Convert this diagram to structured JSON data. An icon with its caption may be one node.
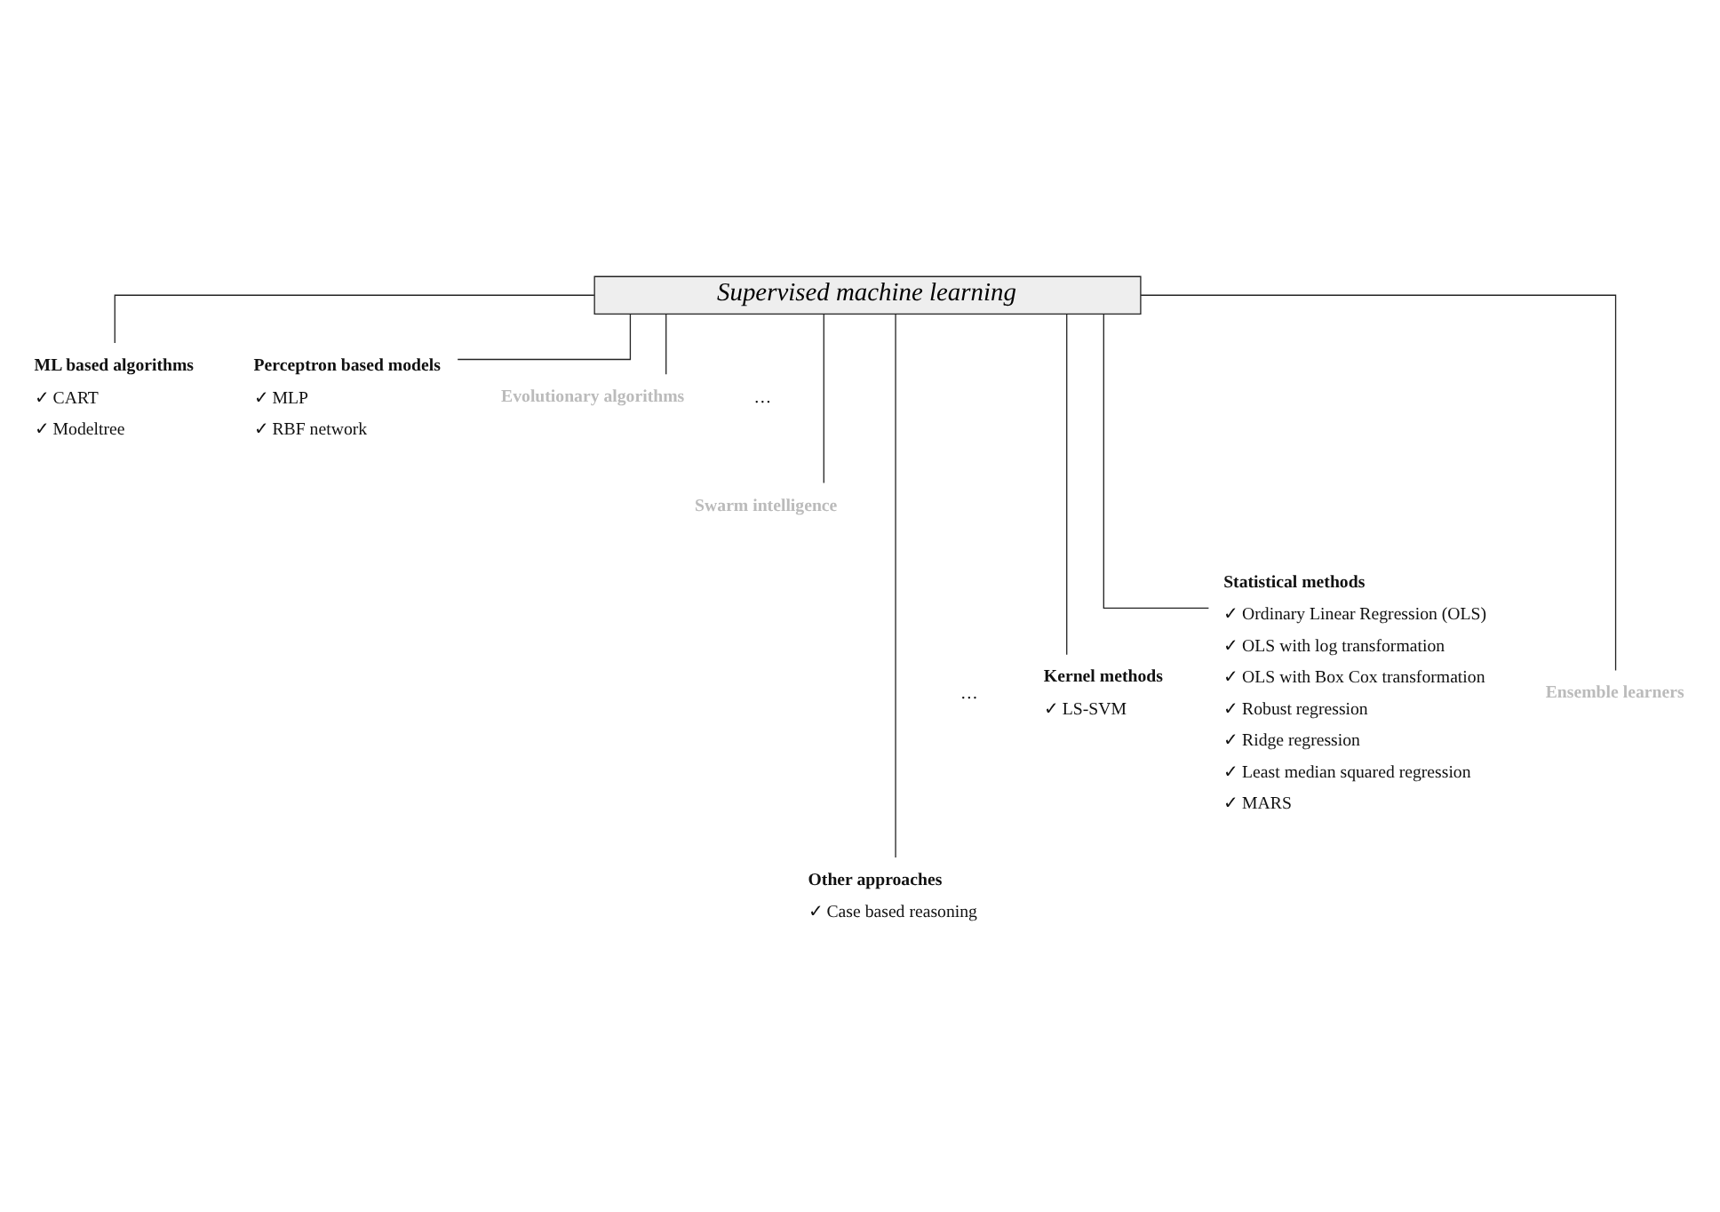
{
  "diagram": {
    "nodes": [
      {
        "text": [
          "Supervised machine learning"
        ]
      },
      {
        "text": [
          "ML based algorithms",
          "✓ CART",
          "✓ Modeltree"
        ]
      },
      {
        "text": [
          "Perceptron based models",
          "✓ MLP",
          "✓ RBF network"
        ]
      },
      {
        "text": [
          "Evolutionary algorithms"
        ]
      },
      {
        "text": [
          "Swarm intelligence"
        ]
      },
      {
        "text": [
          "Kernel methods",
          "✓ LS-SVM"
        ]
      },
      {
        "text": [
          "Statistical methods",
          "✓ Ordinary Linear Regression (OLS)",
          "✓ OLS with log transformation",
          "✓ OLS with Box Cox transformation",
          "✓ Robust regression",
          "✓ Ridge regression",
          "✓ Least median squared regression",
          "✓ MARS"
        ]
      },
      {
        "text": [
          "Ensemble learners"
        ]
      },
      {
        "text": [
          "Other approaches",
          "✓ Case based reasoning"
        ]
      }
    ],
    "edges": [
      {
        "from": 0,
        "to": 1,
        "arrow": "none"
      },
      {
        "from": 0,
        "to": 2,
        "arrow": "none"
      },
      {
        "from": 0,
        "to": 3,
        "arrow": "none"
      },
      {
        "from": 0,
        "to": 4,
        "arrow": "none"
      },
      {
        "from": 0,
        "to": 5,
        "arrow": "none"
      },
      {
        "from": 0,
        "to": 6,
        "arrow": "none"
      },
      {
        "from": 0,
        "to": 7,
        "arrow": "none"
      },
      {
        "from": 0,
        "to": 8,
        "arrow": "none"
      }
    ],
    "labels": [
      "…",
      "…"
    ]
  }
}
